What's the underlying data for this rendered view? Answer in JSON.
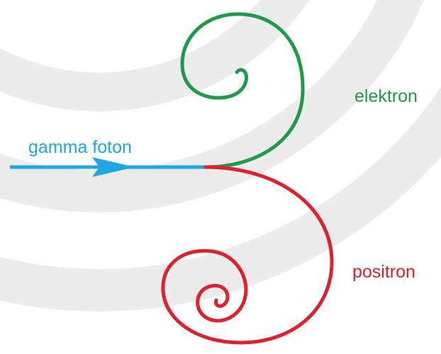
{
  "labels": {
    "gamma": "gamma foton",
    "electron": "elektron",
    "positron": "positron"
  },
  "colors": {
    "gamma": "#1ea7e4",
    "electron": "#1f9a4a",
    "positron": "#e0202e",
    "background_arcs": "#ececec"
  }
}
